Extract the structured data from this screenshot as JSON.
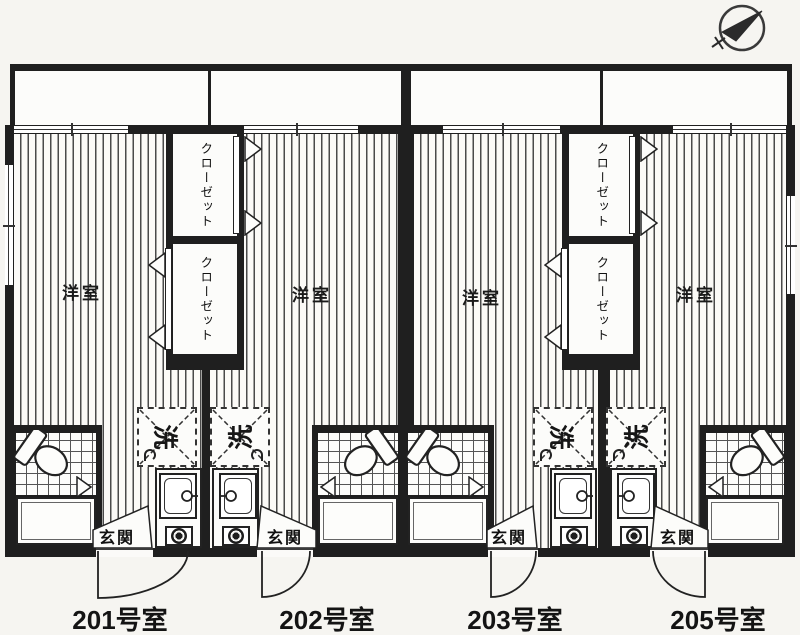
{
  "plan": {
    "type": "apartment-floor-plan",
    "room_label": "洋室",
    "closet_label": "クローゼット",
    "entrance_label": "玄関",
    "washer_label": "洗",
    "units": [
      {
        "number": "201",
        "label": "201号室"
      },
      {
        "number": "202",
        "label": "202号室"
      },
      {
        "number": "203",
        "label": "203号室"
      },
      {
        "number": "205",
        "label": "205号室"
      }
    ],
    "colors": {
      "wall": "#1f1f1f",
      "paper": "#f6f5f1",
      "interior": "#fcfcfa"
    }
  }
}
